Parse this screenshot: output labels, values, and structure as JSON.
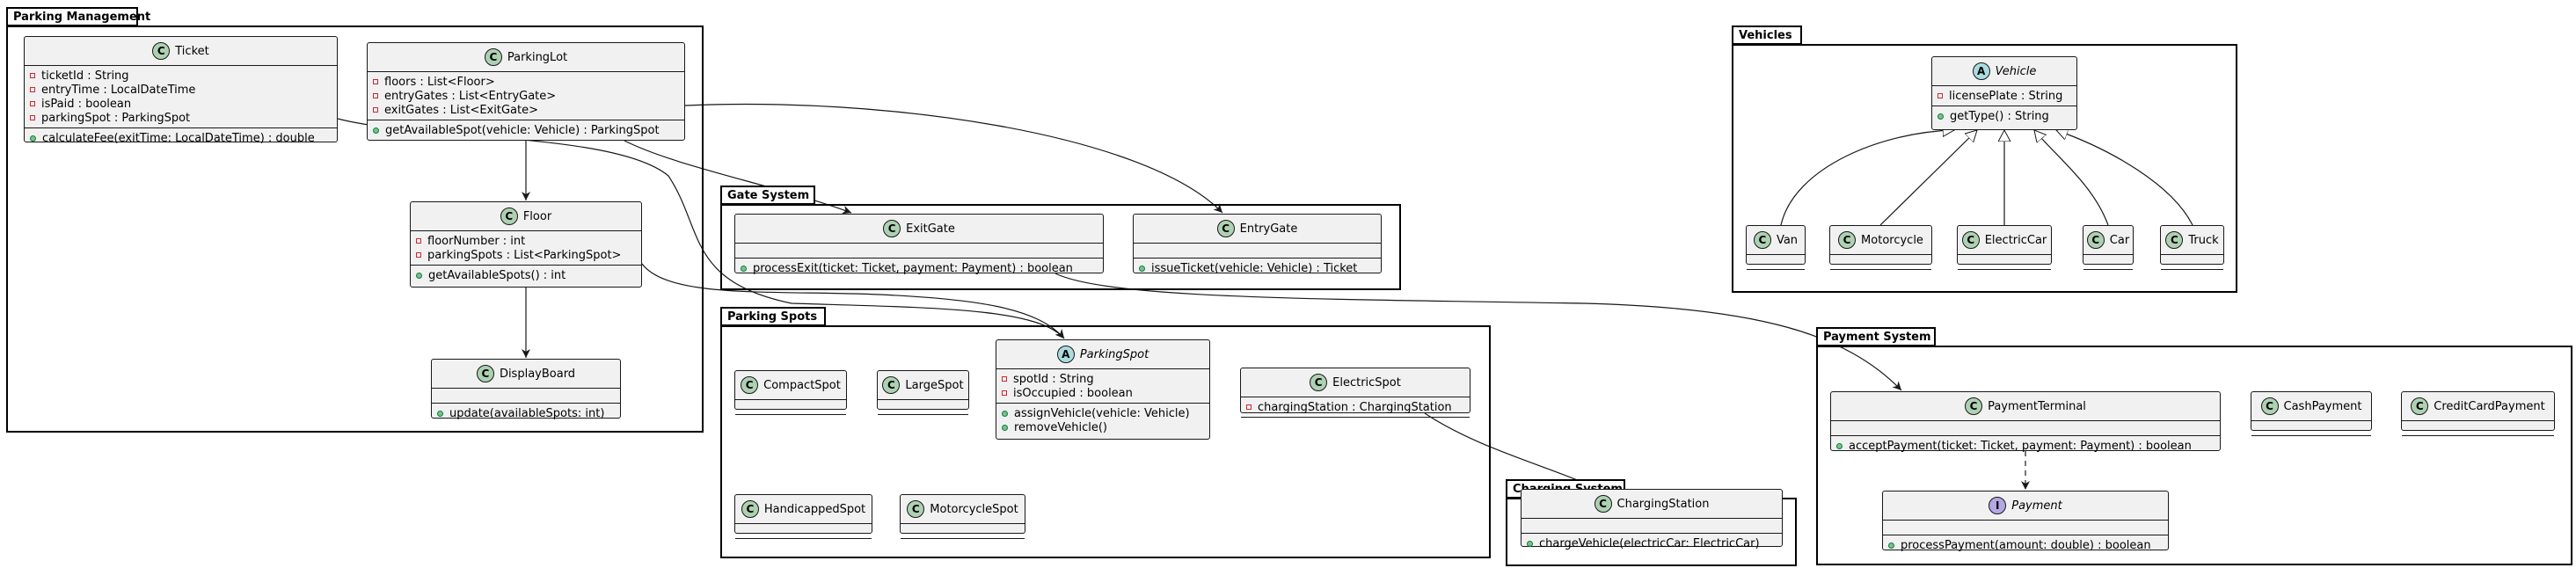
{
  "packages": {
    "parking_management": "Parking Management",
    "gate_system": "Gate System",
    "parking_spots": "Parking Spots",
    "charging_system": "Charging System",
    "vehicles": "Vehicles",
    "payment_system": "Payment System"
  },
  "classes": {
    "ticket": {
      "stereotype": "C",
      "name": "Ticket",
      "attributes": [
        "ticketId : String",
        "entryTime : LocalDateTime",
        "isPaid : boolean",
        "parkingSpot : ParkingSpot"
      ],
      "methods": [
        "calculateFee(exitTime: LocalDateTime) : double"
      ]
    },
    "parking_lot": {
      "stereotype": "C",
      "name": "ParkingLot",
      "attributes": [
        "floors : List<Floor>",
        "entryGates : List<EntryGate>",
        "exitGates : List<ExitGate>"
      ],
      "methods": [
        "getAvailableSpot(vehicle: Vehicle) : ParkingSpot"
      ]
    },
    "floor": {
      "stereotype": "C",
      "name": "Floor",
      "attributes": [
        "floorNumber : int",
        "parkingSpots : List<ParkingSpot>"
      ],
      "methods": [
        "getAvailableSpots() : int"
      ]
    },
    "display_board": {
      "stereotype": "C",
      "name": "DisplayBoard",
      "attributes": [],
      "methods": [
        "update(availableSpots: int)"
      ]
    },
    "exit_gate": {
      "stereotype": "C",
      "name": "ExitGate",
      "attributes": [],
      "methods": [
        "processExit(ticket: Ticket, payment: Payment) : boolean"
      ]
    },
    "entry_gate": {
      "stereotype": "C",
      "name": "EntryGate",
      "attributes": [],
      "methods": [
        "issueTicket(vehicle: Vehicle) : Ticket"
      ]
    },
    "compact_spot": {
      "stereotype": "C",
      "name": "CompactSpot",
      "attributes": [],
      "methods": []
    },
    "large_spot": {
      "stereotype": "C",
      "name": "LargeSpot",
      "attributes": [],
      "methods": []
    },
    "parking_spot": {
      "stereotype": "A",
      "name": "ParkingSpot",
      "attributes": [
        "spotId : String",
        "isOccupied : boolean"
      ],
      "methods": [
        "assignVehicle(vehicle: Vehicle)",
        "removeVehicle()"
      ]
    },
    "electric_spot": {
      "stereotype": "C",
      "name": "ElectricSpot",
      "attributes": [
        "chargingStation : ChargingStation"
      ],
      "methods": []
    },
    "handicapped_spot": {
      "stereotype": "C",
      "name": "HandicappedSpot",
      "attributes": [],
      "methods": []
    },
    "motorcycle_spot": {
      "stereotype": "C",
      "name": "MotorcycleSpot",
      "attributes": [],
      "methods": []
    },
    "charging_station": {
      "stereotype": "C",
      "name": "ChargingStation",
      "attributes": [],
      "methods": [
        "chargeVehicle(electricCar: ElectricCar)"
      ]
    },
    "vehicle": {
      "stereotype": "A",
      "name": "Vehicle",
      "attributes": [
        "licensePlate : String"
      ],
      "methods": [
        "getType() : String"
      ]
    },
    "van": {
      "stereotype": "C",
      "name": "Van",
      "attributes": [],
      "methods": []
    },
    "motorcycle": {
      "stereotype": "C",
      "name": "Motorcycle",
      "attributes": [],
      "methods": []
    },
    "electric_car": {
      "stereotype": "C",
      "name": "ElectricCar",
      "attributes": [],
      "methods": []
    },
    "car": {
      "stereotype": "C",
      "name": "Car",
      "attributes": [],
      "methods": []
    },
    "truck": {
      "stereotype": "C",
      "name": "Truck",
      "attributes": [],
      "methods": []
    },
    "payment_terminal": {
      "stereotype": "C",
      "name": "PaymentTerminal",
      "attributes": [],
      "methods": [
        "acceptPayment(ticket: Ticket, payment: Payment) : boolean"
      ]
    },
    "cash_payment": {
      "stereotype": "C",
      "name": "CashPayment",
      "attributes": [],
      "methods": []
    },
    "credit_card_payment": {
      "stereotype": "C",
      "name": "CreditCardPayment",
      "attributes": [],
      "methods": []
    },
    "payment": {
      "stereotype": "I",
      "name": "Payment",
      "attributes": [],
      "methods": [
        "processPayment(amount: double) : boolean"
      ]
    }
  },
  "colors": {
    "class_fill": "#f1f1f1",
    "class_border": "#181818",
    "class_badge": "#add1b2",
    "abstract_badge": "#a9dcdf",
    "interface_badge": "#b4a7e5",
    "private_marker": "#c82930",
    "public_marker": "#84be84",
    "edge": "#181818"
  },
  "icons": {
    "class_badge": "class-badge-icon",
    "abstract_badge": "abstract-badge-icon",
    "interface_badge": "interface-badge-icon",
    "private_marker": "private-square-icon",
    "public_marker": "public-circle-icon"
  },
  "relationships": [
    {
      "from": "parking_lot",
      "to": "floor",
      "kind": "association"
    },
    {
      "from": "floor",
      "to": "display_board",
      "kind": "association"
    },
    {
      "from": "parking_lot",
      "to": "exit_gate",
      "kind": "association"
    },
    {
      "from": "parking_lot",
      "to": "entry_gate",
      "kind": "association"
    },
    {
      "from": "ticket",
      "to": "parking_spot",
      "kind": "association"
    },
    {
      "from": "floor",
      "to": "parking_spot",
      "kind": "association"
    },
    {
      "from": "exit_gate",
      "to": "payment_terminal",
      "kind": "association"
    },
    {
      "from": "electric_spot",
      "to": "charging_station",
      "kind": "association"
    },
    {
      "from": "payment_terminal",
      "to": "payment",
      "kind": "dependency"
    },
    {
      "from": "van",
      "to": "vehicle",
      "kind": "inheritance"
    },
    {
      "from": "motorcycle",
      "to": "vehicle",
      "kind": "inheritance"
    },
    {
      "from": "electric_car",
      "to": "vehicle",
      "kind": "inheritance"
    },
    {
      "from": "car",
      "to": "vehicle",
      "kind": "inheritance"
    },
    {
      "from": "truck",
      "to": "vehicle",
      "kind": "inheritance"
    }
  ]
}
